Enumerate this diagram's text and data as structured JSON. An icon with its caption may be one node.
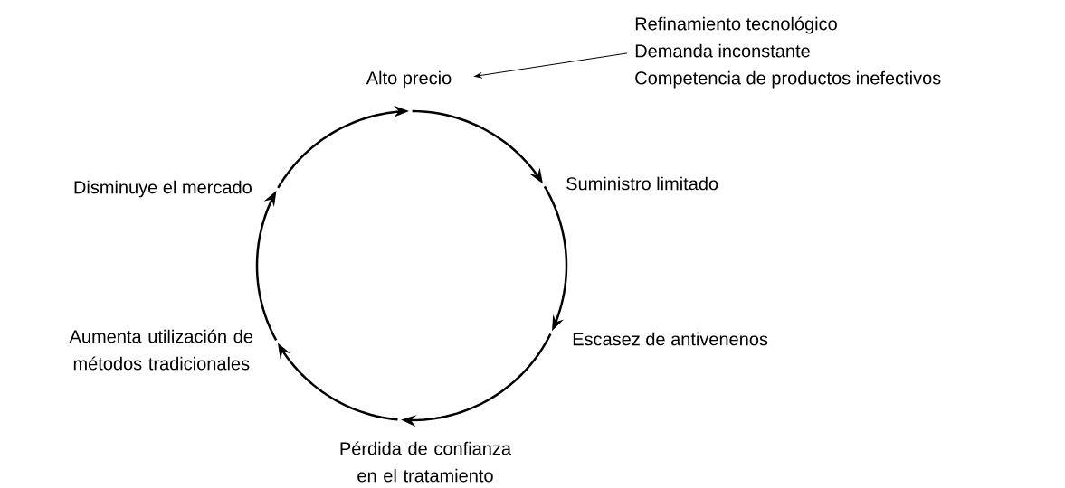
{
  "diagram": {
    "nodes": [
      {
        "text": [
          "Alto precio"
        ]
      },
      {
        "text": [
          "Suministro limitado"
        ]
      },
      {
        "text": [
          "Escasez de antivenenos"
        ]
      },
      {
        "text": [
          "Pérdida de confianza en el tratamiento"
        ]
      },
      {
        "text": [
          "Aumenta utilización de métodos tradicionales"
        ]
      },
      {
        "text": [
          "Disminuye el mercado"
        ]
      },
      {
        "text": [
          "Refinamiento tecnológico",
          "Demanda inconstante",
          "Competencia de productos inefectivos"
        ]
      }
    ],
    "edges": [
      {
        "from": 0,
        "to": 1,
        "arrow": "to"
      },
      {
        "from": 1,
        "to": 2,
        "arrow": "to"
      },
      {
        "from": 2,
        "to": 3,
        "arrow": "to"
      },
      {
        "from": 3,
        "to": 4,
        "arrow": "to"
      },
      {
        "from": 4,
        "to": 5,
        "arrow": "to"
      },
      {
        "from": 5,
        "to": 0,
        "arrow": "to"
      },
      {
        "from": 6,
        "to": 0,
        "arrow": "to"
      }
    ]
  }
}
